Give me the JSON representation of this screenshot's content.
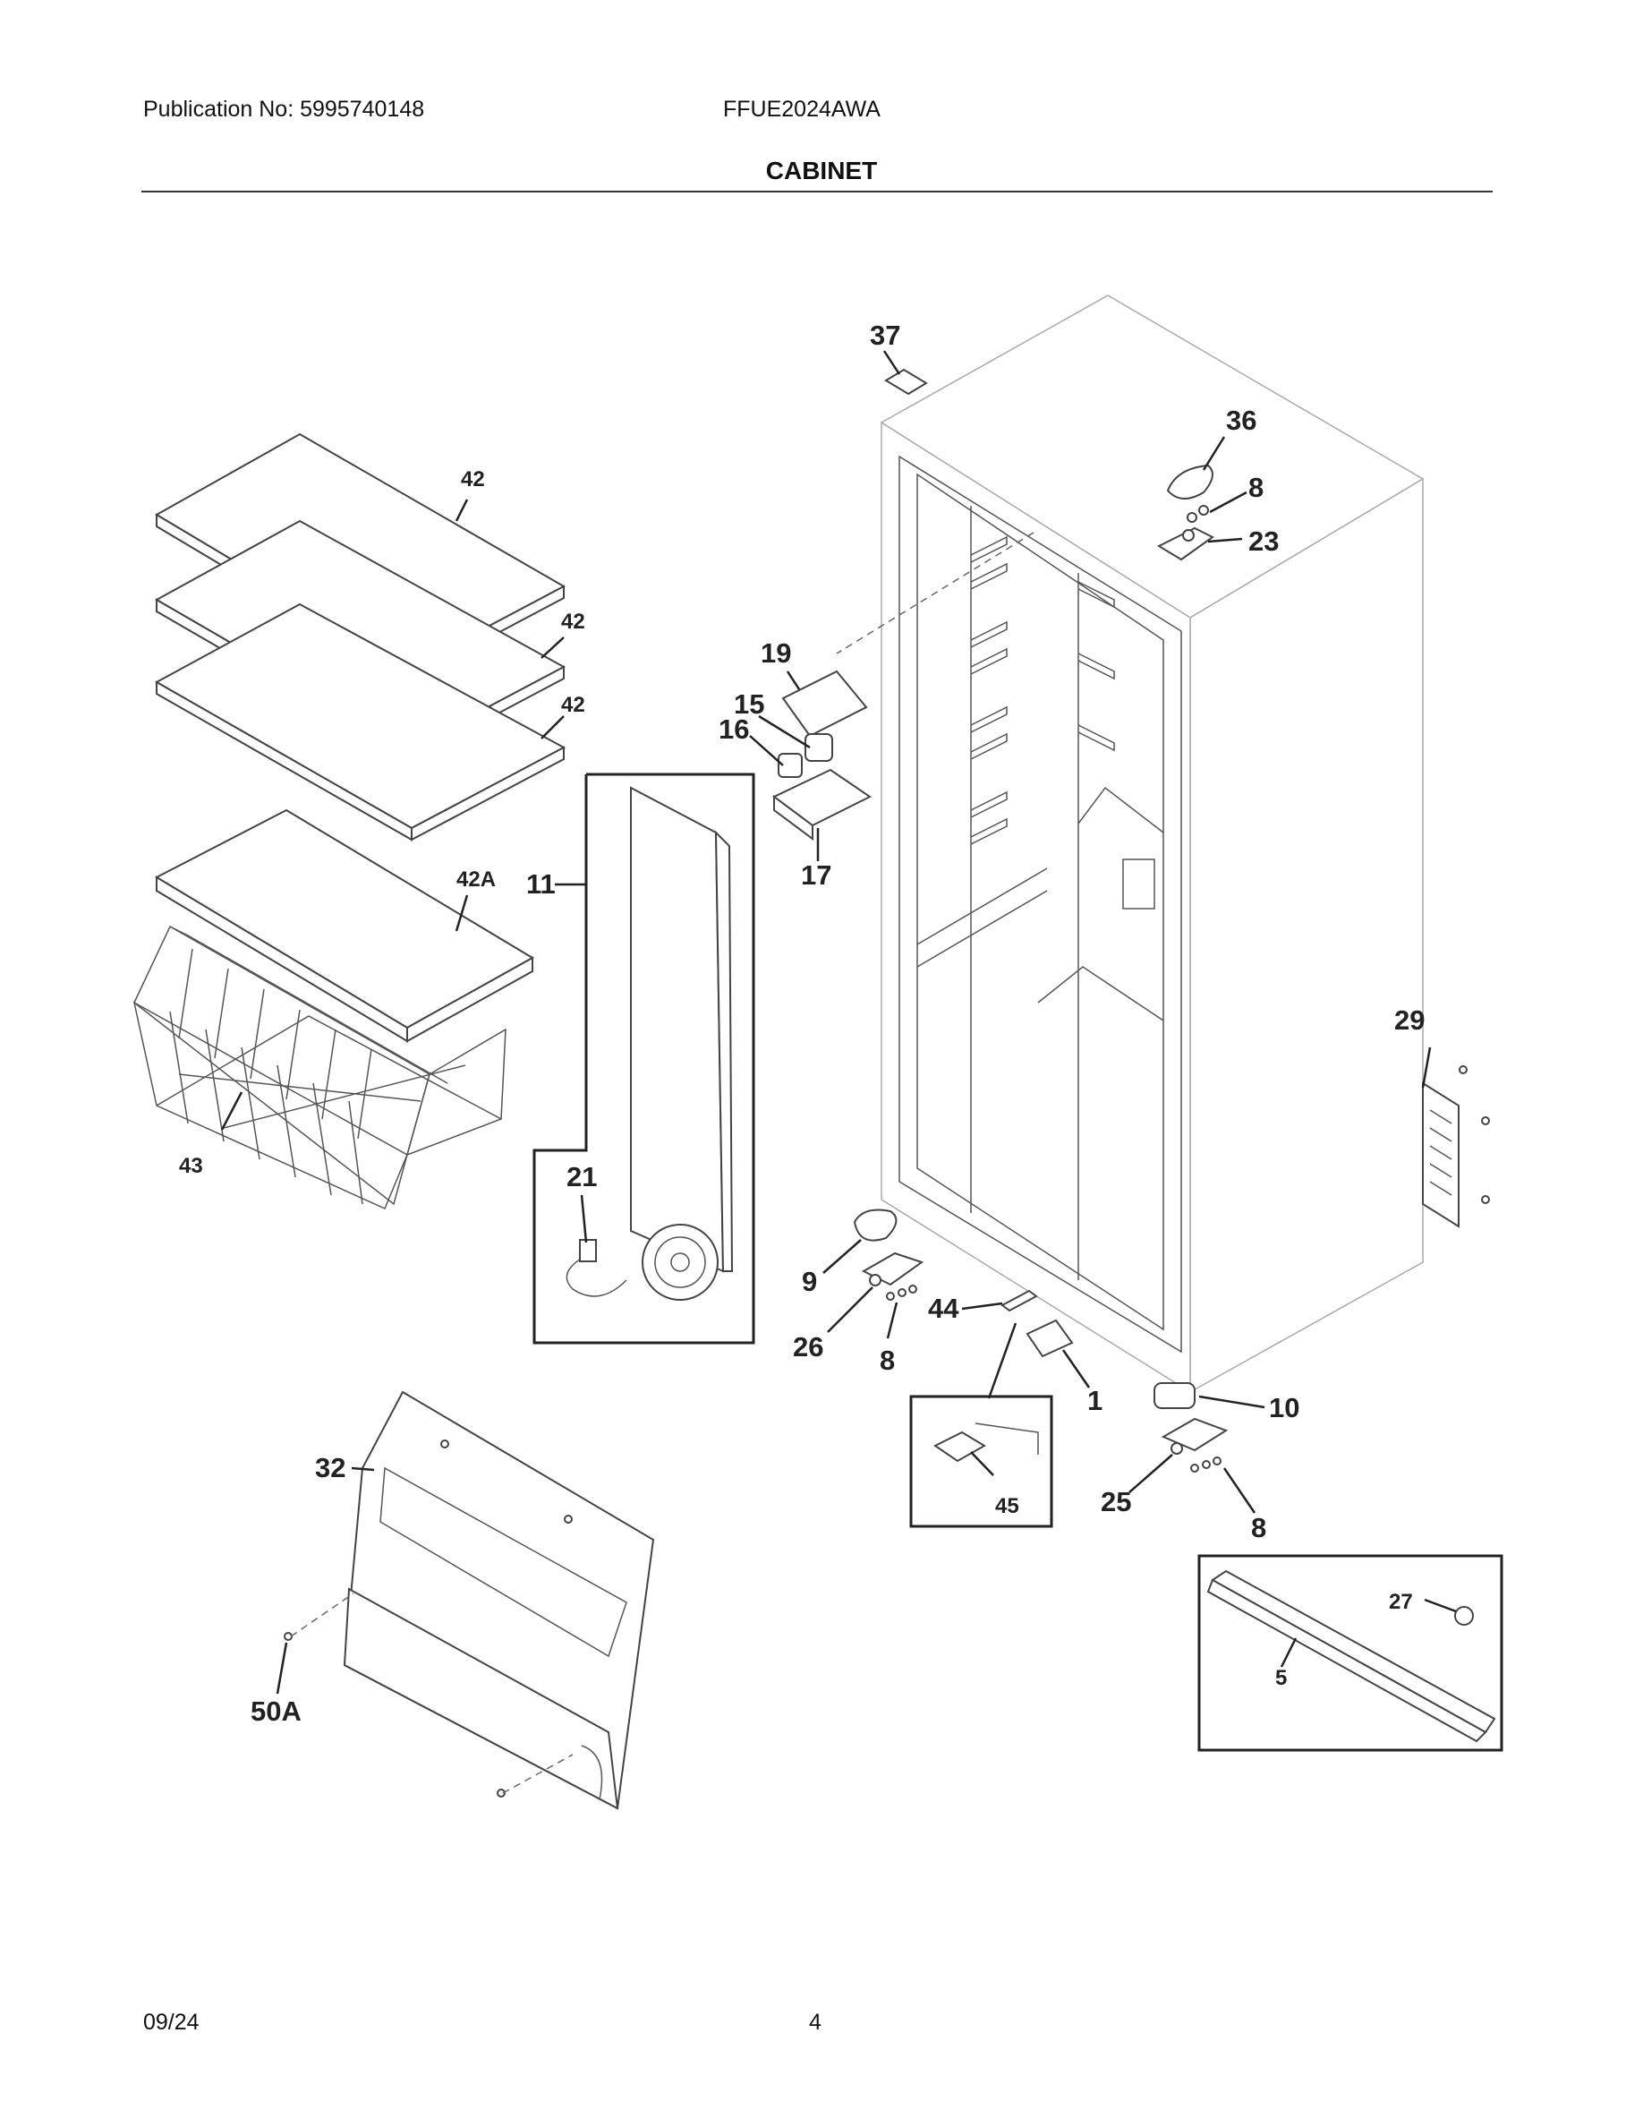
{
  "header": {
    "publication": "Publication No: 5995740148",
    "model": "FFUE2024AWA",
    "title": "CABINET"
  },
  "footer": {
    "date": "09/24",
    "page": "4"
  },
  "callouts": {
    "c1": "1",
    "c5": "5",
    "c8a": "8",
    "c8b": "8",
    "c8c": "8",
    "c9": "9",
    "c10": "10",
    "c11": "11",
    "c15": "15",
    "c16": "16",
    "c17": "17",
    "c19": "19",
    "c21": "21",
    "c23": "23",
    "c25": "25",
    "c26": "26",
    "c27": "27",
    "c29": "29",
    "c32": "32",
    "c36": "36",
    "c37": "37",
    "c42a": "42",
    "c42b": "42",
    "c42c": "42",
    "c42A": "42A",
    "c43": "43",
    "c44": "44",
    "c45": "45",
    "c50A": "50A"
  }
}
